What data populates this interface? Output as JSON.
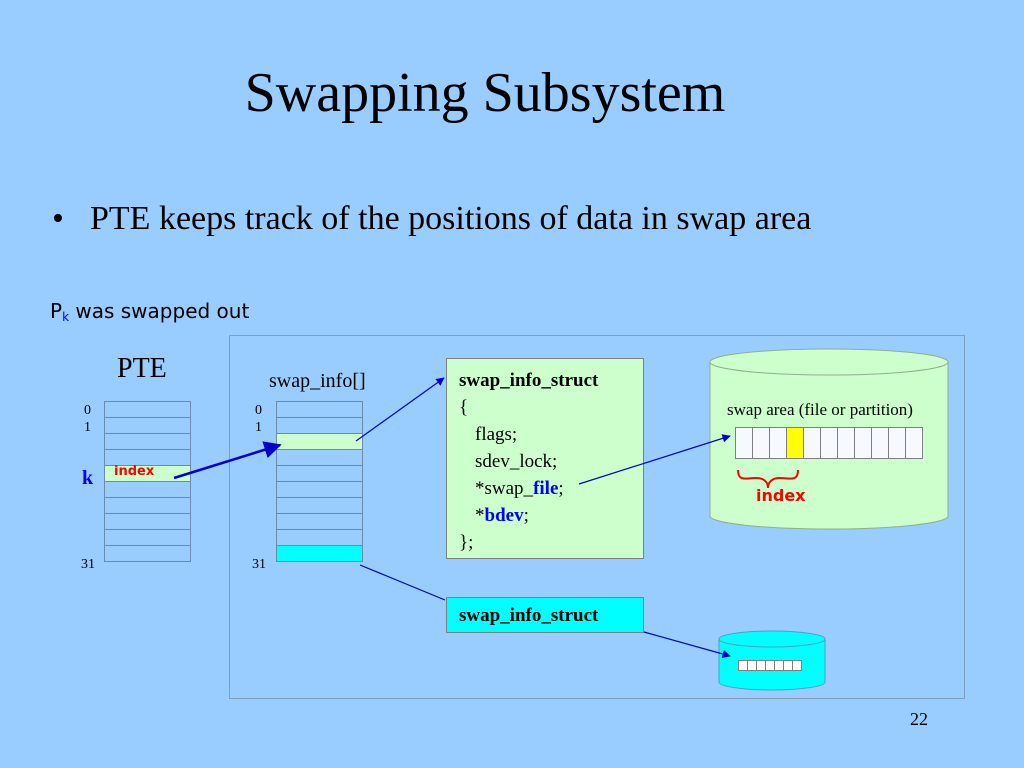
{
  "slide": {
    "title": "Swapping Subsystem",
    "bullet": "PTE keeps track of the positions of data in swap area",
    "caption_p": "P",
    "caption_sub": "k",
    "caption_rest": " was swapped out",
    "page_number": "22"
  },
  "pte_table": {
    "label": "PTE",
    "index_first": "0",
    "index_second": "1",
    "index_k": "k",
    "index_last": "31",
    "entry_text": "index",
    "highlight_color": "#ccffcc"
  },
  "swap_info_table": {
    "label": "swap_info[]",
    "index_first": "0",
    "index_second": "1",
    "index_last": "31",
    "highlight_colors": [
      "#ccffcc",
      "#00ffff"
    ]
  },
  "struct_box": {
    "header": "swap_info_struct",
    "open_brace": "{",
    "field_flags": "flags;",
    "field_sdev_lock": "sdev_lock;",
    "field_file_prefix": "*swap_",
    "field_file_highlight": "file",
    "field_file_suffix": ";",
    "field_bdev_prefix": "*",
    "field_bdev_highlight": "bdev",
    "field_bdev_suffix": ";",
    "close_brace": "};",
    "background": "#ccffcc",
    "highlight_color": "#0000ff"
  },
  "struct_box2": {
    "header": "swap_info_struct",
    "background": "#00ffff"
  },
  "swap_area": {
    "label": "swap area (file or partition)",
    "index_label": "index",
    "slot_count": 11,
    "highlighted_slot": 3,
    "background": "#ccffcc",
    "highlight_color": "#ffff00"
  },
  "small_swap_area": {
    "slot_count": 7,
    "background": "#00ffff"
  }
}
